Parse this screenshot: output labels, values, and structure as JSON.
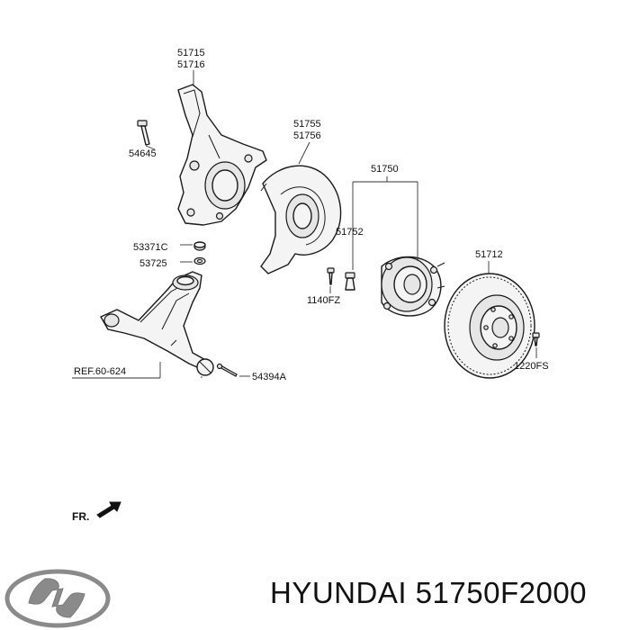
{
  "labels": {
    "knuckle_a": "51715",
    "knuckle_b": "51716",
    "bolt_knuckle": "54645",
    "dust_cover_a": "51755",
    "dust_cover_b": "51756",
    "hub_assembly": "51750",
    "hub_bolt": "51752",
    "disc": "51712",
    "nut_a": "53371C",
    "washer": "53725",
    "screw_shield": "1140FZ",
    "ref": "REF.60-624",
    "cotter": "54394A",
    "screw_disc": "1220FS",
    "fr": "FR."
  },
  "caption": "HYUNDAI 51750F2000",
  "logo": {
    "icon": "hyundai-logo-icon"
  }
}
